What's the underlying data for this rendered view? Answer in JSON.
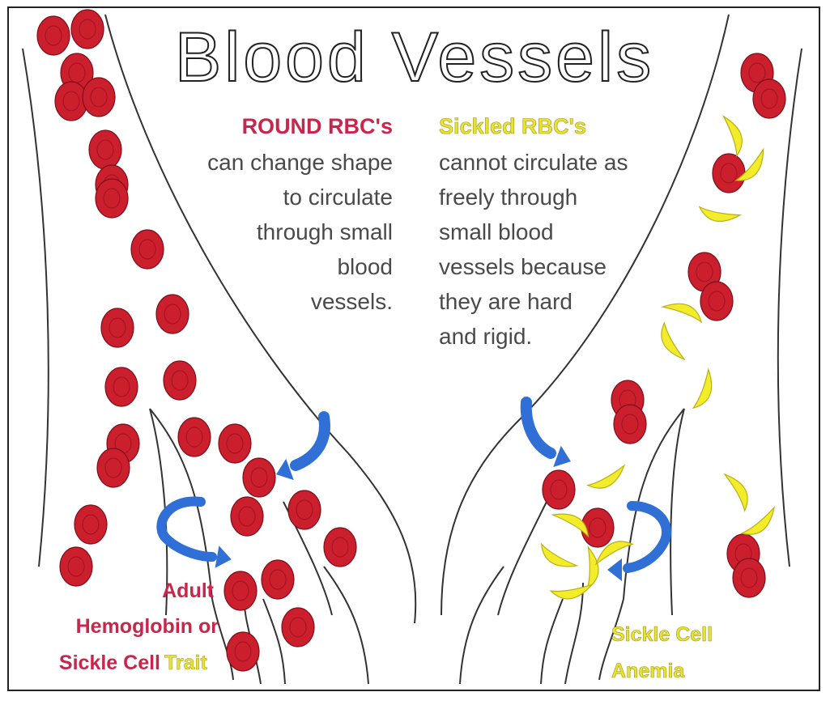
{
  "title": "Blood Vessels",
  "left_text": {
    "heading": "ROUND RBC's",
    "lines": [
      "can change shape",
      "to circulate",
      "through small",
      "blood",
      "vessels."
    ]
  },
  "right_text": {
    "heading": "Sickled RBC's",
    "lines": [
      "cannot circulate as",
      "freely through",
      "small blood",
      "vessels because",
      "they are hard",
      "and rigid."
    ]
  },
  "left_label": {
    "line1": "Adult",
    "line2": "Hemoglobin or",
    "line3_red": "Sickle Cell",
    "line3_yellow": "Trait"
  },
  "right_label": {
    "line1": "Sickle Cell",
    "line2": "Anemia"
  },
  "colors": {
    "rbc_red": "#cc1f2e",
    "rbc_yellow": "#f2ec2a",
    "heading_red": "#c8264a",
    "heading_yellow": "#e9e233",
    "body_text": "#4a4a4a",
    "arrow_blue": "#2f6fd6"
  }
}
